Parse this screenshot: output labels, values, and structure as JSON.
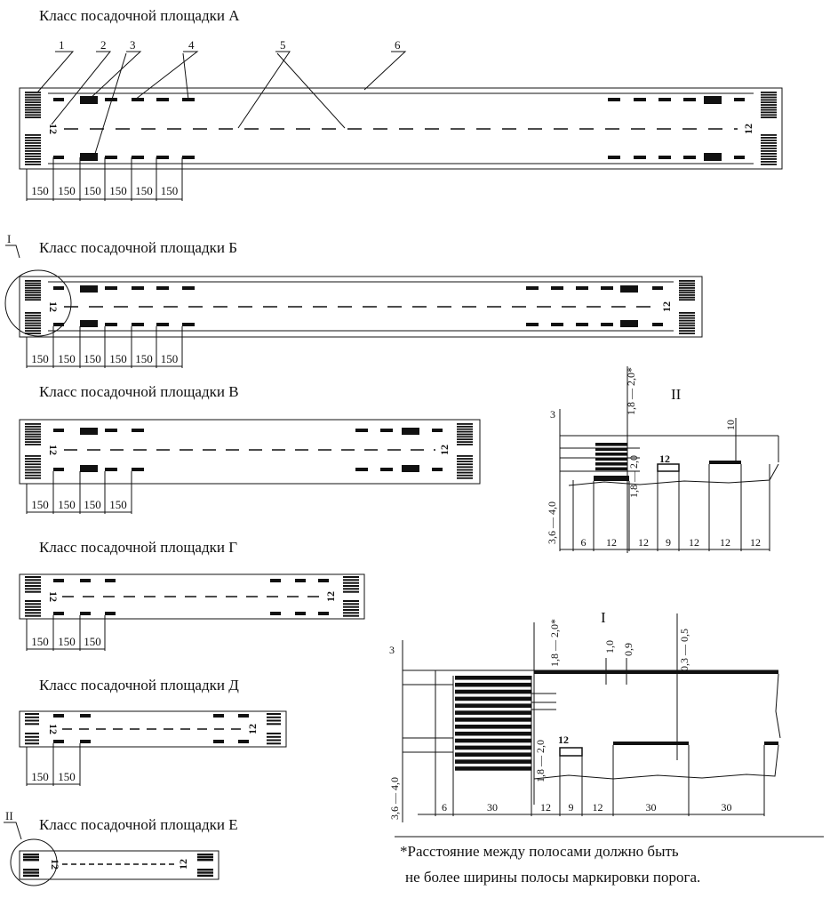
{
  "titles": {
    "a": "Класс посадочной площадки А",
    "b": "Класс посадочной площадки Б",
    "v": "Класс посадочной площадки В",
    "g": "Класс посадочной площадки Г",
    "d": "Класс посадочной площадки Д",
    "e": "Класс посадочной площадки Е"
  },
  "callouts": [
    "1",
    "2",
    "3",
    "4",
    "5",
    "6"
  ],
  "threshold_number": "12",
  "spacing_label": "150",
  "detail_labels": {
    "one": "I",
    "two": "II"
  },
  "detail_II": {
    "top_dim": "3",
    "gap_dim": "1,8 — 2,0*",
    "gap_dim_lower": "1,8 — 2,0",
    "width_dim": "3,6 — 4,0",
    "end_dim": "10",
    "bottom_dims": [
      "6",
      "12",
      "12",
      "9",
      "12",
      "12",
      "12"
    ]
  },
  "detail_I": {
    "top_dim": "3",
    "gap_dim": "1,8 — 2,0*",
    "gap_dim_lower": "1,8 — 2,0",
    "width_dim": "3,6 — 4,0",
    "dim_1": "1,0",
    "dim_09": "0,9",
    "dim_range": "0,3 — 0,5",
    "bottom_dims": [
      "6",
      "30",
      "12",
      "9",
      "12",
      "30",
      "30"
    ]
  },
  "footnote": {
    "line1": "*Расстояние между полосами должно быть",
    "line2": "не более ширины полосы маркировки порога."
  }
}
